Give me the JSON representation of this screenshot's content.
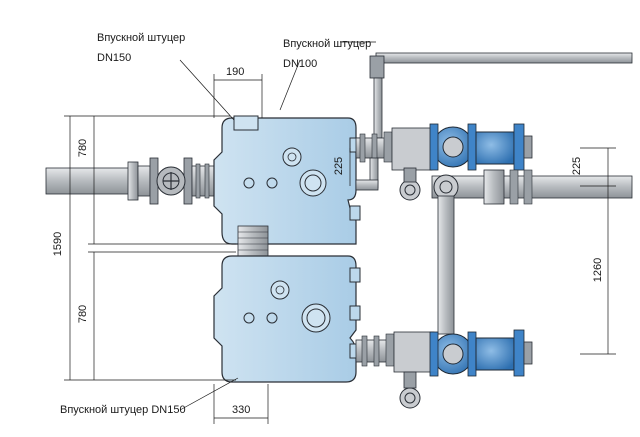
{
  "labels": {
    "inlet_top_left_line1": "Впускной штуцер",
    "inlet_top_left_line2": "DN150",
    "inlet_top_mid_line1": "Впускной штуцер",
    "inlet_top_mid_line2": "DN100",
    "inlet_bottom": "Впускной штуцер DN150"
  },
  "dimensions": {
    "d190": "190",
    "d330": "330",
    "d780_top": "780",
    "d780_bottom": "780",
    "d1590": "1590",
    "d225_center": "225",
    "d225_right": "225",
    "d1260": "1260"
  },
  "colors": {
    "tank_fill": "#bcd8ec",
    "tank_stroke": "#2a2f36",
    "pipe_fill": "#c9ccd0",
    "valve_blue": "#3f84c8",
    "line": "#1a1a1a"
  }
}
